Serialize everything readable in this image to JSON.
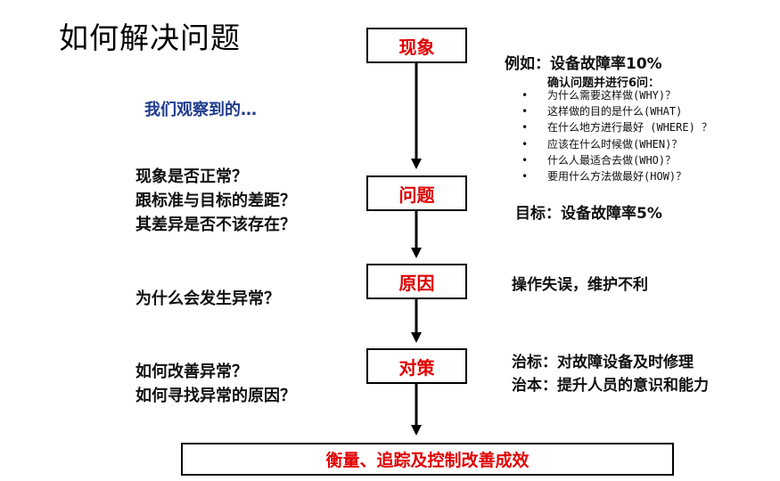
{
  "title": "如何解决问题",
  "steps": [
    {
      "label": "现象"
    },
    {
      "label": "问题"
    },
    {
      "label": "原因"
    },
    {
      "label": "对策"
    }
  ],
  "final": {
    "label": "衡量、追踪及控制改善成效"
  },
  "left": {
    "observe": "我们观察到的…",
    "problem_lines": [
      "现象是否正常？",
      "跟标准与目标的差距？",
      "其差异是否不该存在？"
    ],
    "cause_line": "为什么会发生异常？",
    "measure_lines": [
      "如何改善异常？",
      "如何寻找异常的原因？"
    ]
  },
  "right": {
    "example": "例如：设备故障率10%",
    "confirm_title": "确认问题并进行6问：",
    "bullet": "•",
    "questions": [
      "为什么需要这样做(WHY)？",
      "这样做的目的是什么(WHAT)",
      "在什么地方进行最好 (WHERE) ？",
      "应该在什么时候做(WHEN)？",
      "什么人最适合去做(WHO)？",
      "要用什么方法做最好(HOW)？"
    ],
    "target": "目标：设备故障率5%",
    "cause": "操作失误，维护不利",
    "measures": [
      "治标：对故障设备及时修理",
      "治本：提升人员的意识和能力"
    ]
  },
  "colors": {
    "box_text": "#e00000",
    "observe_text": "#1f3b8c",
    "arrow": "#000000"
  }
}
